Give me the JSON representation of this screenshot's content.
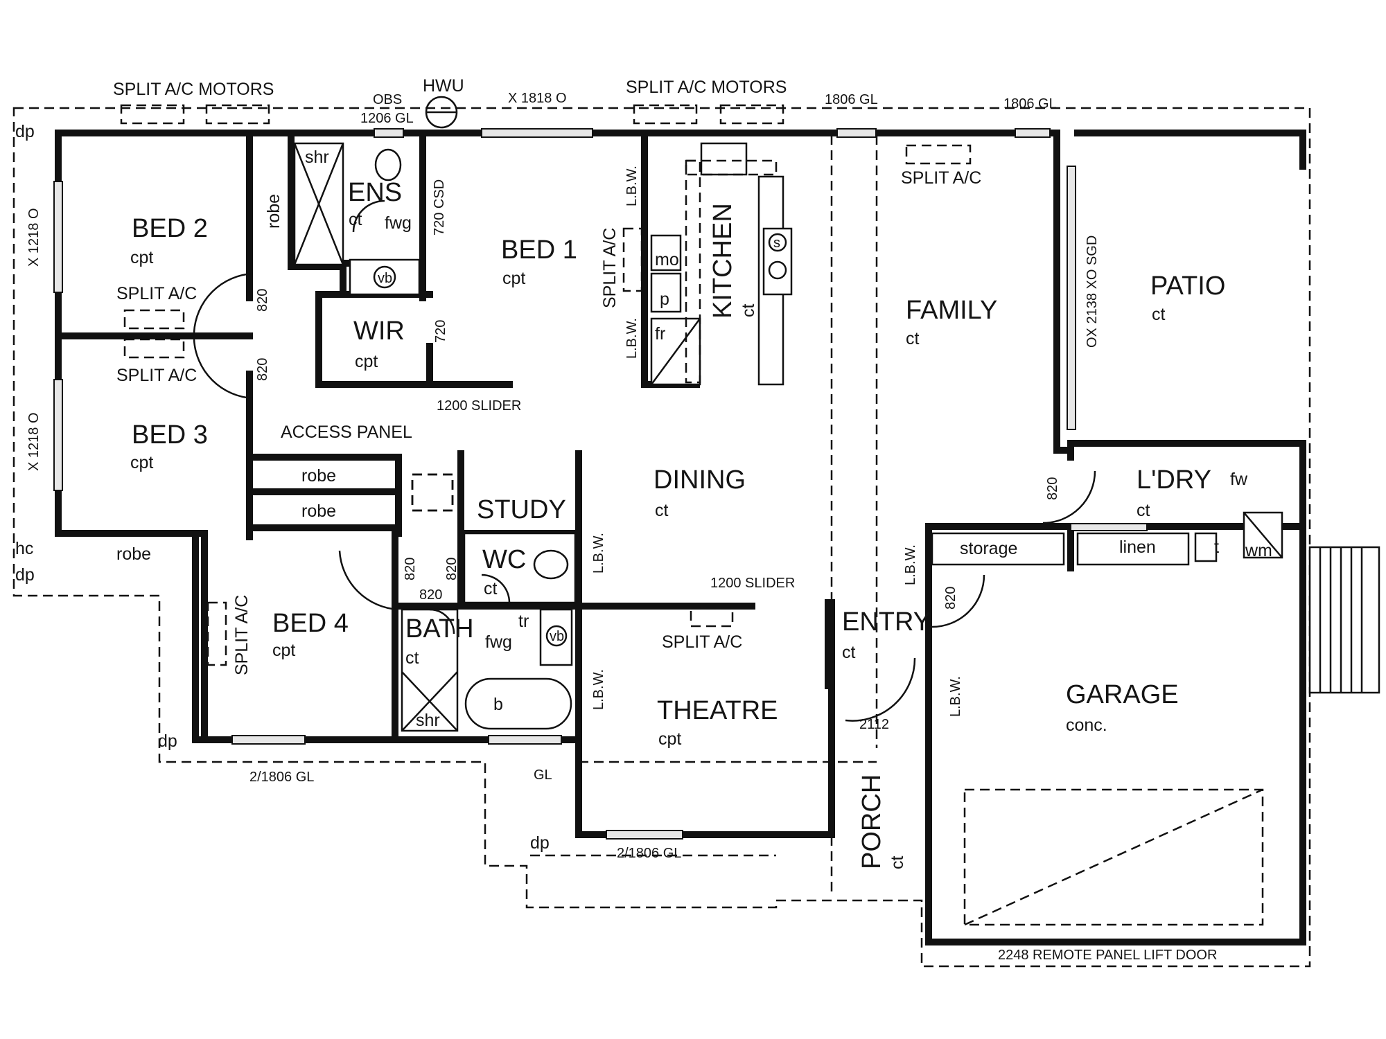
{
  "rooms": {
    "bed2": {
      "name": "BED 2",
      "finish": "cpt"
    },
    "bed3": {
      "name": "BED 3",
      "finish": "cpt"
    },
    "bed4": {
      "name": "BED 4",
      "finish": "cpt"
    },
    "bed1": {
      "name": "BED 1",
      "finish": "cpt"
    },
    "ens": {
      "name": "ENS",
      "finish": "ct"
    },
    "wir": {
      "name": "WIR",
      "finish": "cpt"
    },
    "kitchen": {
      "name": "KITCHEN",
      "finish": "ct"
    },
    "family": {
      "name": "FAMILY",
      "finish": "ct"
    },
    "patio": {
      "name": "PATIO",
      "finish": "ct"
    },
    "dining": {
      "name": "DINING",
      "finish": "ct"
    },
    "study": {
      "name": "STUDY"
    },
    "wc": {
      "name": "WC",
      "finish": "ct"
    },
    "bath": {
      "name": "BATH",
      "finish": "ct"
    },
    "theatre": {
      "name": "THEATRE",
      "finish": "cpt"
    },
    "entry": {
      "name": "ENTRY",
      "finish": "ct"
    },
    "laundry": {
      "name": "L'DRY",
      "finish": "ct"
    },
    "garage": {
      "name": "GARAGE",
      "finish": "conc."
    },
    "porch": {
      "name": "PORCH",
      "finish": "ct"
    }
  },
  "labels": {
    "split_ac_motors": "SPLIT A/C MOTORS",
    "split_ac": "SPLIT A/C",
    "hwu": "HWU",
    "obs": "OBS",
    "win_1206gl": "1206 GL",
    "win_x1818o": "X 1818 O",
    "win_1806gl": "1806 GL",
    "win_x1218o": "X 1218 O",
    "win_2_1806gl": "2/1806 GL",
    "win_gl": "GL",
    "csd_720": "720 CSD",
    "slider_1200": "1200 SLIDER",
    "access_panel": "ACCESS PANEL",
    "lbw": "L.B.W.",
    "door_820": "820",
    "door_720": "720",
    "door_2112": "2112",
    "sgd": "OX 2138 XO SGD",
    "garage_door": "2248 REMOTE PANEL LIFT DOOR",
    "dp": "dp",
    "hc": "hc",
    "robe": "robe",
    "shr": "shr",
    "fwg": "fwg",
    "vb": "vb",
    "tr": "tr",
    "b": "b",
    "mo": "mo",
    "p": "p",
    "fr": "fr",
    "s": "s",
    "fw": "fw",
    "storage": "storage",
    "linen": "linen",
    "t": "t",
    "wm": "wm",
    "ct": "ct"
  }
}
